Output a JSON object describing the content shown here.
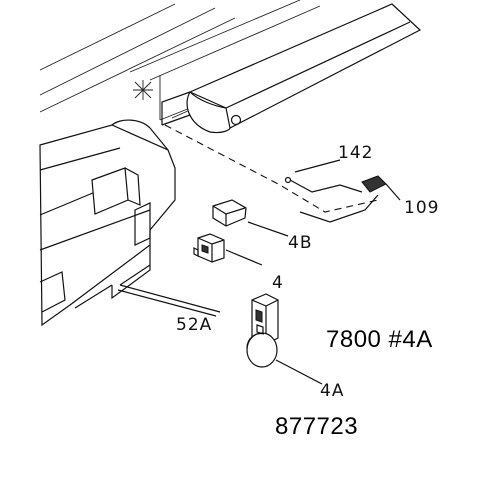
{
  "labels": {
    "part_142": "142",
    "part_109": "109",
    "part_4b": "4B",
    "part_4": "4",
    "part_52a": "52A",
    "part_4a": "4A"
  },
  "captions": {
    "model_code": "7800 #4A",
    "part_number": "877723"
  },
  "colors": {
    "ink": "#111111",
    "background": "#ffffff"
  }
}
